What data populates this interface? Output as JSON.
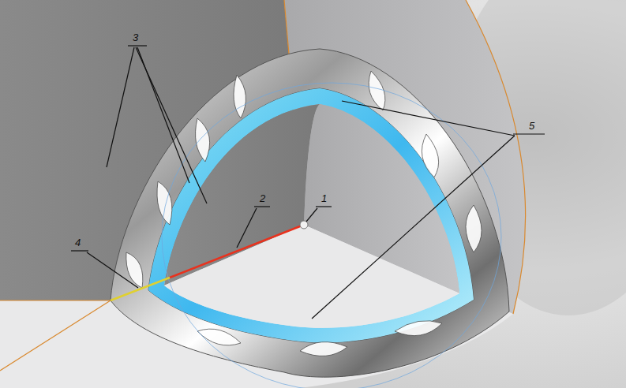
{
  "diagram": {
    "labels": [
      "3",
      "5",
      "1",
      "2",
      "4"
    ]
  }
}
